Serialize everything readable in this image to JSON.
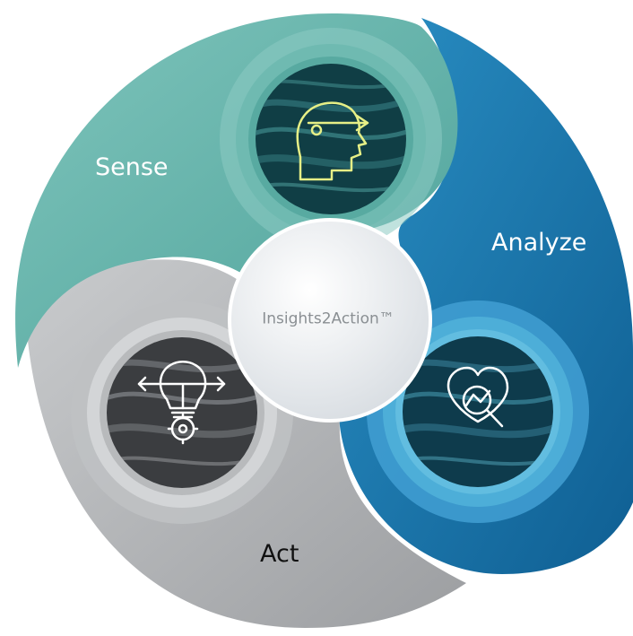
{
  "center": {
    "label": "Insights2Action™"
  },
  "segments": [
    {
      "id": "sense",
      "label": "Sense",
      "icon": "head-arrow-icon",
      "color": "#5fb0a8"
    },
    {
      "id": "analyze",
      "label": "Analyze",
      "icon": "heart-magnifier-icon",
      "color": "#1a7db5"
    },
    {
      "id": "act",
      "label": "Act",
      "icon": "lightbulb-gear-icon",
      "color": "#a9abad"
    }
  ]
}
